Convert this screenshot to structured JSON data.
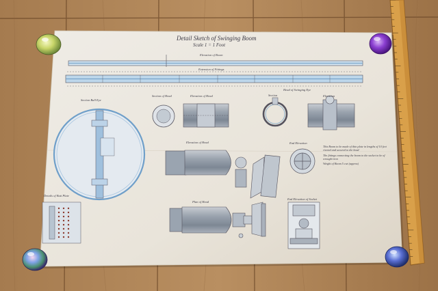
{
  "drawing": {
    "title": "Detail Sketch of Swinging Boom",
    "scale": "Scale 1 = 1 Foot",
    "labels": {
      "elevation_boom": "Elevation of Boom",
      "extension_fittings": "Extension of Fittings",
      "section_ball_eye": "Section Ball Eye",
      "section_of_head": "Section of Head",
      "elevation_of_head": "Elevation of Head",
      "head_swinging_eye": "Head of Swinging Eye",
      "elevation_right": "Elevation",
      "section": "Section",
      "elevation_of_head_mid": "Elevation of Head",
      "end_elevation": "End Elevation",
      "plan_of_head": "Plan of Head",
      "end_elevation_socket": "End Elevation of Socket",
      "plate_detail": "Details of Butt Plate"
    },
    "notes": [
      "This Boom to be made of thin plate in lengths of 10 feet riveted and secured to the head",
      "The fittings connecting the boom to the socket to be of wrought iron",
      "Weight of Boom 5 cwt (approx)"
    ]
  },
  "colors": {
    "paper": "#ece8e0",
    "ink": "#42404a",
    "wash_blue": "#7fb0d8",
    "wood": "#b0895e",
    "ruler": "#d9a04a"
  },
  "objects": {
    "paperweight_top_left": "yellow-green glass paperweight",
    "paperweight_top_right": "purple glass paperweight",
    "paperweight_bottom_left": "iridescent glass paperweight",
    "paperweight_bottom_right": "blue glass paperweight"
  }
}
